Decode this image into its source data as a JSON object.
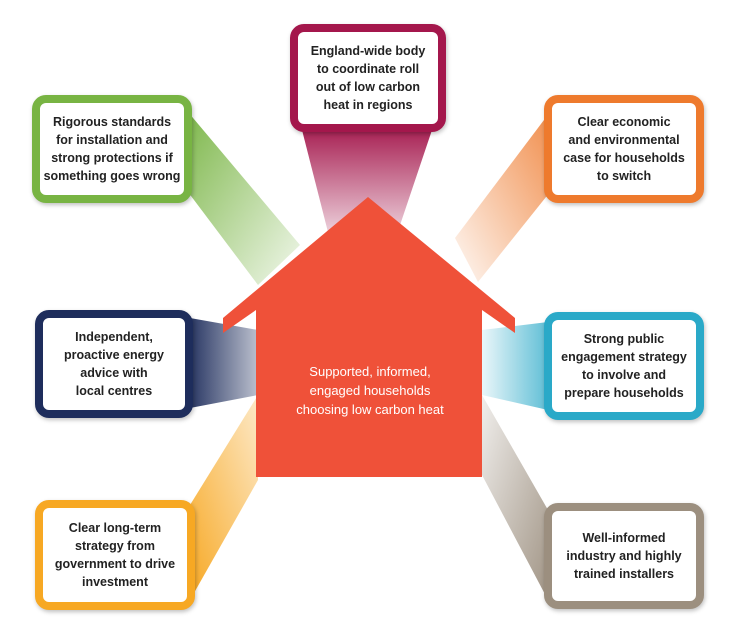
{
  "center": {
    "text": "Supported, informed,\nengaged households\nchoosing low carbon heat",
    "house_color": "#EF5139"
  },
  "boxes": {
    "top": {
      "text": "England-wide body\nto coordinate roll\nout of low carbon\nheat in regions",
      "color": "#A4174C"
    },
    "top_left": {
      "text": "Rigorous standards\nfor installation and\nstrong protections if\nsomething goes wrong",
      "color": "#78B443"
    },
    "top_right": {
      "text": "Clear economic\nand environmental\ncase for households\nto switch",
      "color": "#EE7A2D"
    },
    "mid_left": {
      "text": "Independent,\nproactive energy\nadvice with\nlocal centres",
      "color": "#1E2D5C"
    },
    "mid_right": {
      "text": "Strong public\nengagement strategy\nto involve and\nprepare households",
      "color": "#2AA9C8"
    },
    "bottom_left": {
      "text": "Clear long-term\nstrategy from\ngovernment to drive\ninvestment",
      "color": "#F7A823"
    },
    "bottom_right": {
      "text": "Well-informed\nindustry and highly\ntrained installers",
      "color": "#9C8F7F"
    }
  }
}
